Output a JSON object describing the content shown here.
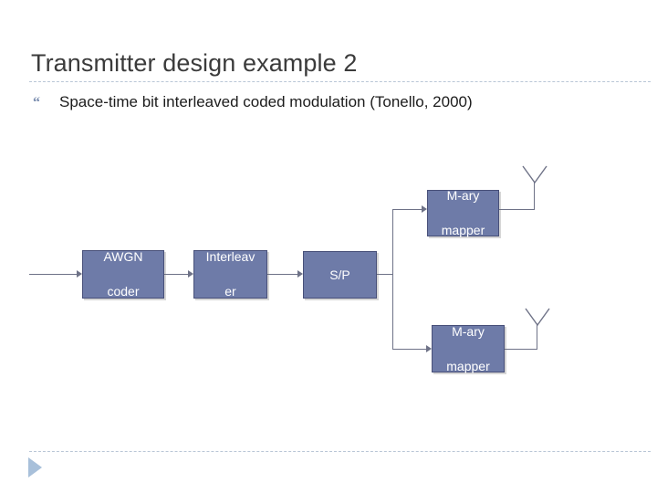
{
  "slide": {
    "title": "Transmitter design example 2",
    "bullet": {
      "glyph": "“",
      "text": "Space-time bit interleaved coded modulation (Tonello, 2000)"
    }
  },
  "diagram": {
    "blocks": [
      {
        "id": "awgn",
        "line1": "AWGN",
        "line2": "coder"
      },
      {
        "id": "interleav",
        "line1": "Interleav",
        "line2": "er"
      },
      {
        "id": "sp",
        "line1": "S/P",
        "line2": ""
      },
      {
        "id": "mary1",
        "line1": "M-ary",
        "line2": "mapper"
      },
      {
        "id": "mary2",
        "line1": "M-ary",
        "line2": "mapper"
      }
    ],
    "antennas": [
      {
        "id": "antenna-top",
        "name": "antenna-icon"
      },
      {
        "id": "antenna-bottom",
        "name": "antenna-icon"
      }
    ]
  },
  "colors": {
    "block_fill": "#6e7ba8",
    "block_border": "#485079",
    "block_text": "#ffffff",
    "wire": "#6e7287",
    "title_text": "#3b3b3b",
    "rule_dash": "#b9c6d6",
    "bullet_glyph": "#7b8eb0",
    "footer_triangle": "#a8c0da"
  }
}
